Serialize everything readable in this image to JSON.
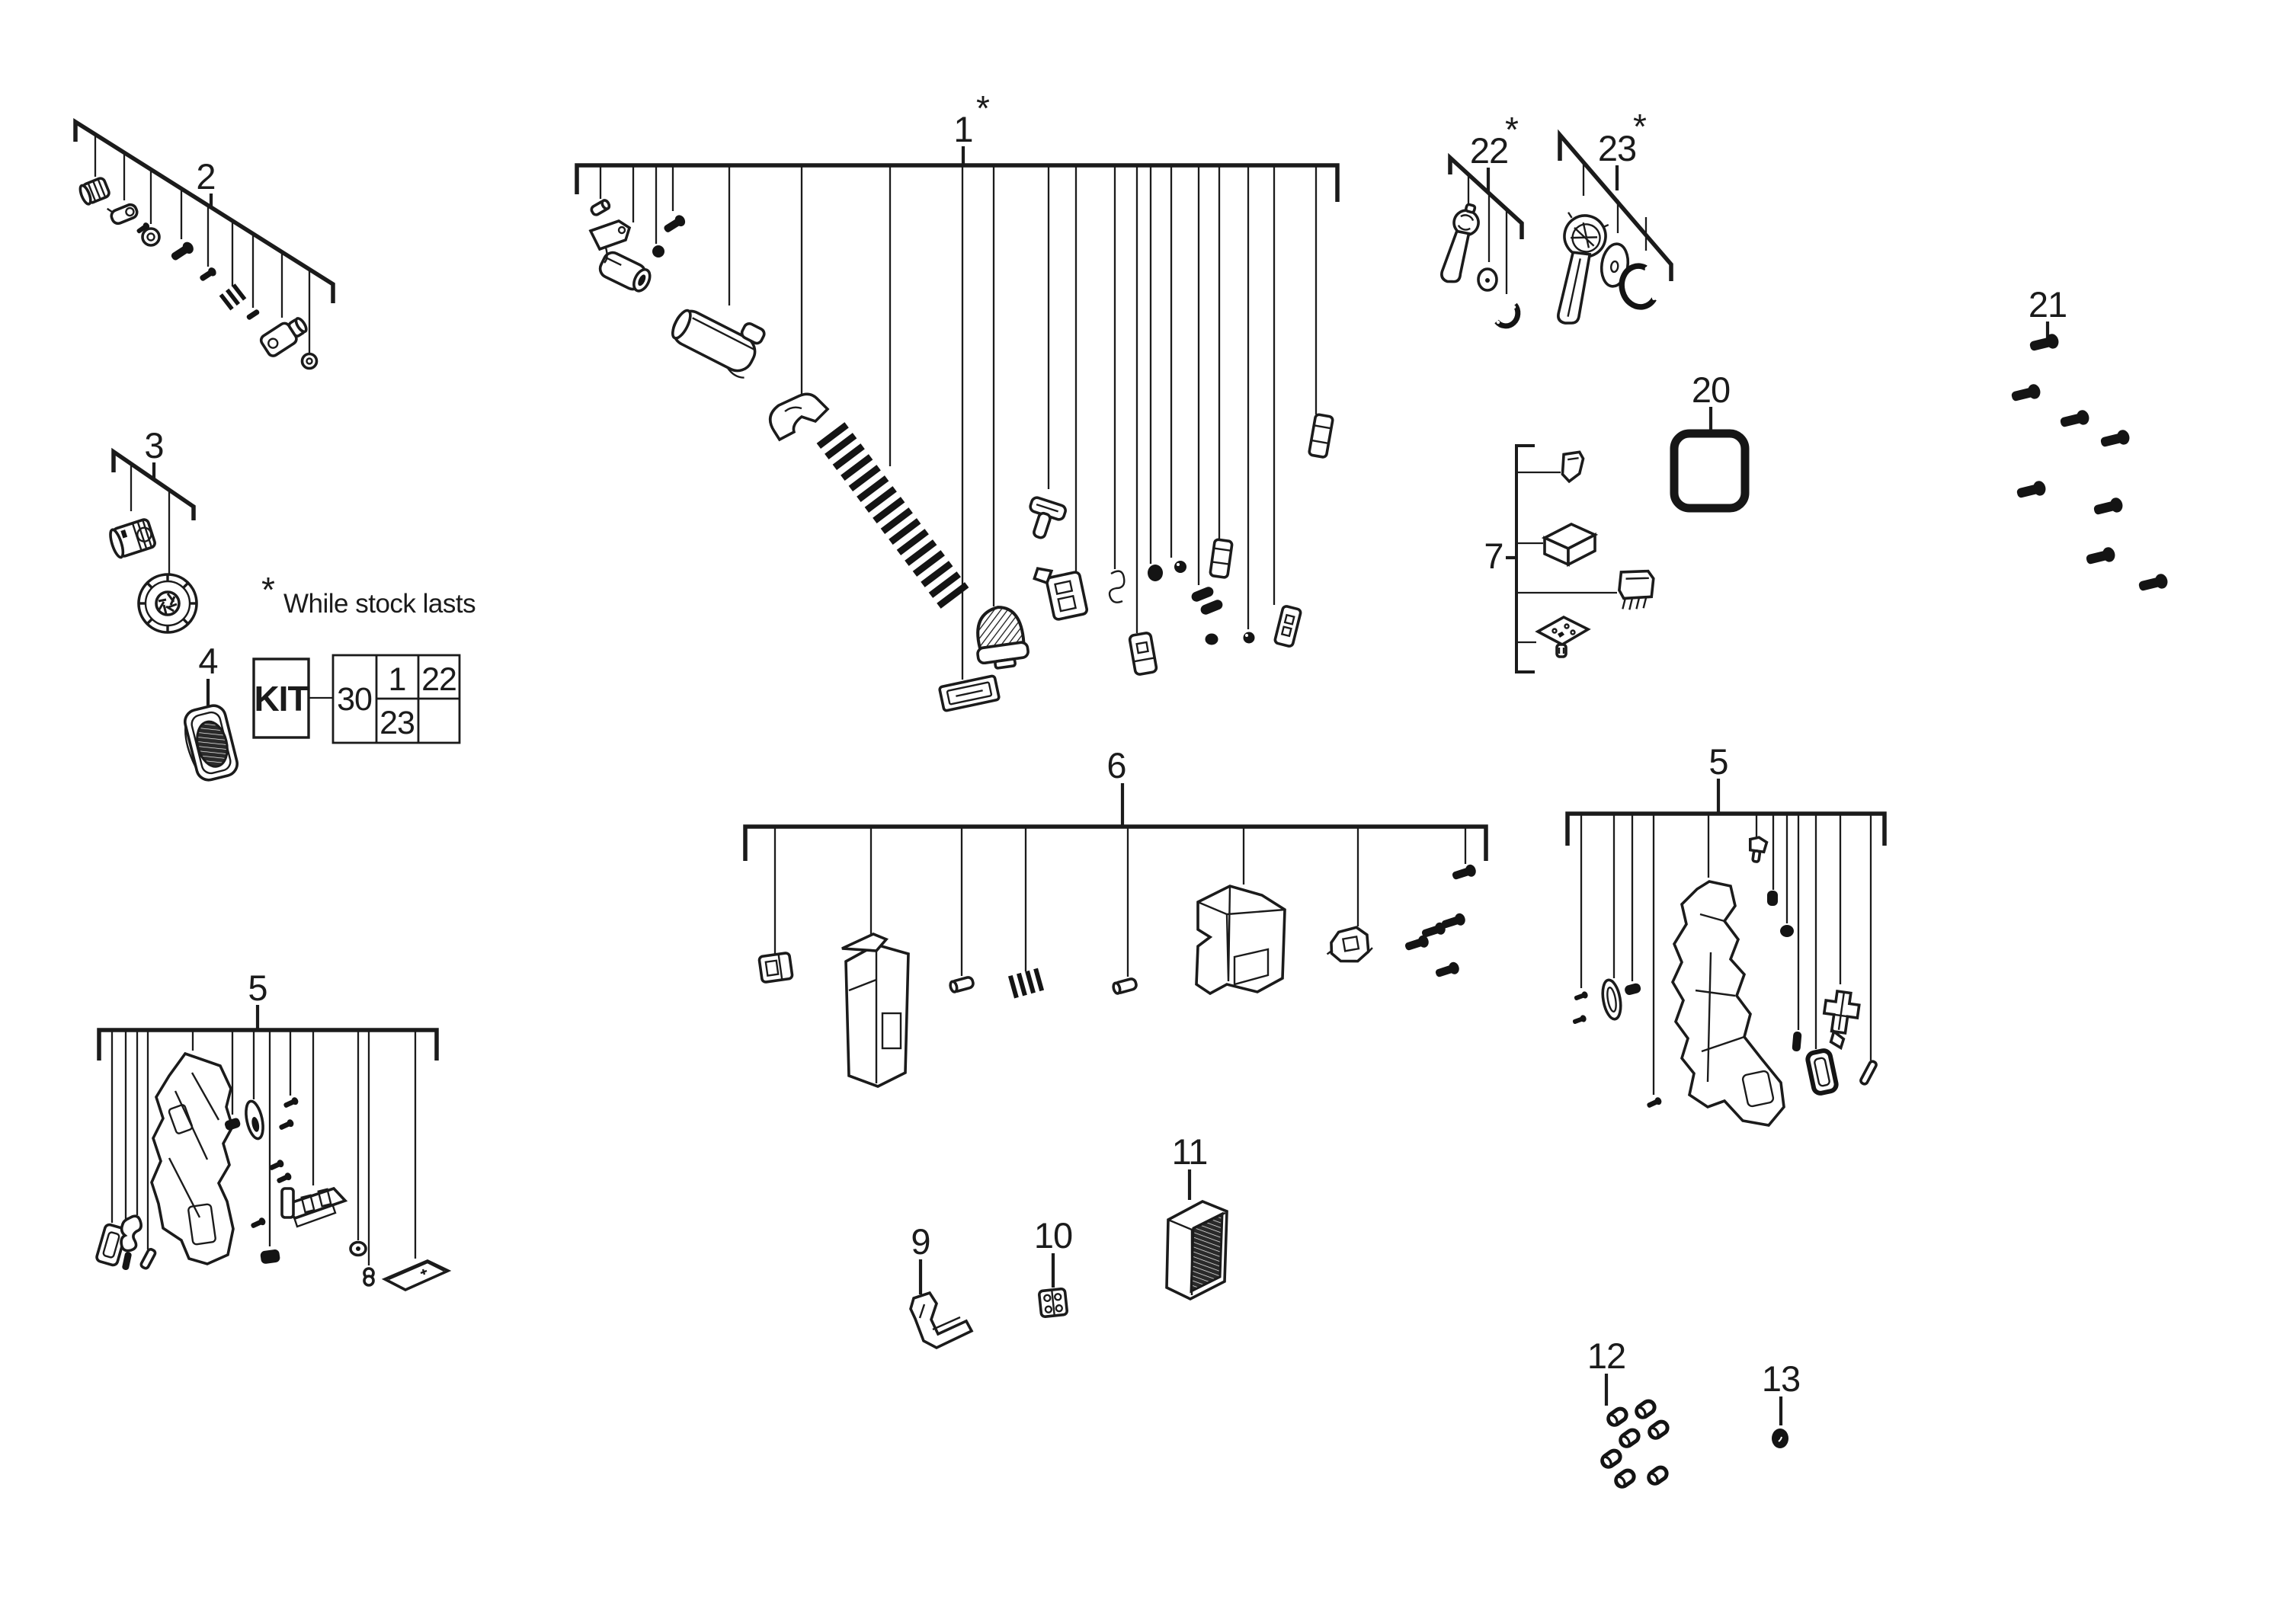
{
  "note": {
    "symbol": "*",
    "text": "While stock lasts"
  },
  "kit": {
    "label": "KIT",
    "ref": "30",
    "cell_top_left": "1",
    "cell_top_right": "22",
    "cell_bottom_left": "23",
    "cell_bottom_right": ""
  },
  "groups": {
    "g1": {
      "label": "1",
      "star": "*"
    },
    "g2": {
      "label": "2"
    },
    "g3": {
      "label": "3"
    },
    "g4": {
      "label": "4"
    },
    "g5_left": {
      "label": "5"
    },
    "g5_right": {
      "label": "5"
    },
    "g6": {
      "label": "6"
    },
    "g7": {
      "label": "7"
    },
    "g9": {
      "label": "9"
    },
    "g10": {
      "label": "10"
    },
    "g11": {
      "label": "11"
    },
    "g12": {
      "label": "12"
    },
    "g13": {
      "label": "13"
    },
    "g20": {
      "label": "20"
    },
    "g21": {
      "label": "21"
    },
    "g22": {
      "label": "22",
      "star": "*"
    },
    "g23": {
      "label": "23",
      "star": "*"
    }
  }
}
